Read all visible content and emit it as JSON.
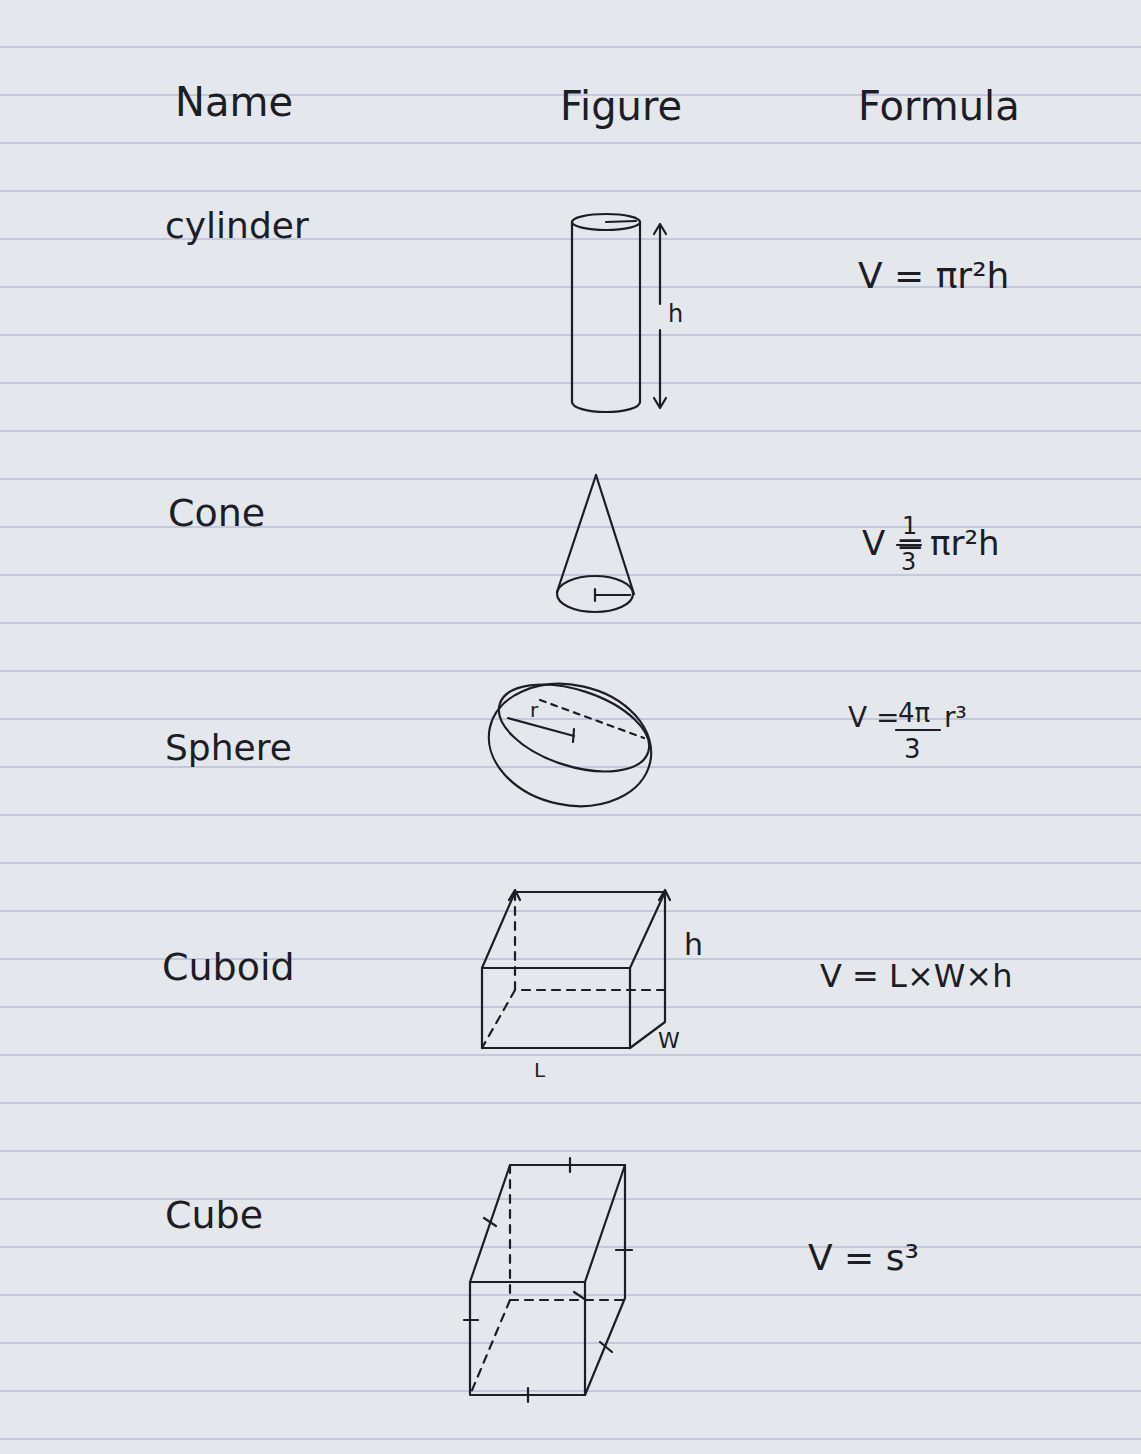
{
  "diagram": {
    "labels": [
      "Name",
      "Figure",
      "Formula",
      "cylinder",
      "h",
      "V = πr²h",
      "Cone",
      "V =",
      "1",
      "3",
      "πr²h",
      "Sphere",
      "r",
      "V =",
      "4π",
      "3",
      "r³",
      "Cuboid",
      "h",
      "W",
      "L",
      "V = L×W×h",
      "Cube",
      "V = s³"
    ]
  }
}
